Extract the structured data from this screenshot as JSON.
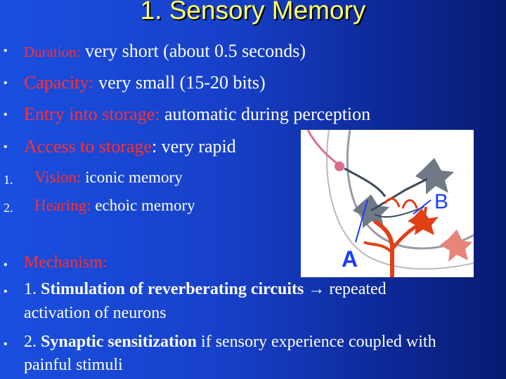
{
  "title": "1. Sensory Memory",
  "bullets_top": [
    {
      "label": "Duration:",
      "text": " very short (about 0.5 seconds)"
    },
    {
      "label": "Capacity:",
      "text": " very small (15-20 bits)"
    },
    {
      "label": "Entry into storage:",
      "text": " automatic during perception"
    },
    {
      "label": "Access to storage",
      "text": ": very rapid"
    }
  ],
  "numbered": [
    {
      "num": "1.",
      "label": "Vision:",
      "text": " iconic memory"
    },
    {
      "num": "2.",
      "label": "Hearing:",
      "text": " echoic memory"
    }
  ],
  "mechanism": {
    "label": "Mechanism:",
    "item1_num": "1.",
    "item1_bold": "Stimulation of reverberating circuits",
    "item1_arrow": "→",
    "item1_line1": " repeated",
    "item1_line2": "activation of neurons",
    "item2_num": "2.",
    "item2_bold": "Synaptic sensitization",
    "item2_line1": " if sensory experience coupled with",
    "item2_line2": "painful stimuli"
  },
  "diagram": {
    "label_a": "A",
    "label_b": "B"
  },
  "colors": {
    "title": "#ffff66",
    "label": "#ff3030",
    "text": "#ffffff"
  }
}
